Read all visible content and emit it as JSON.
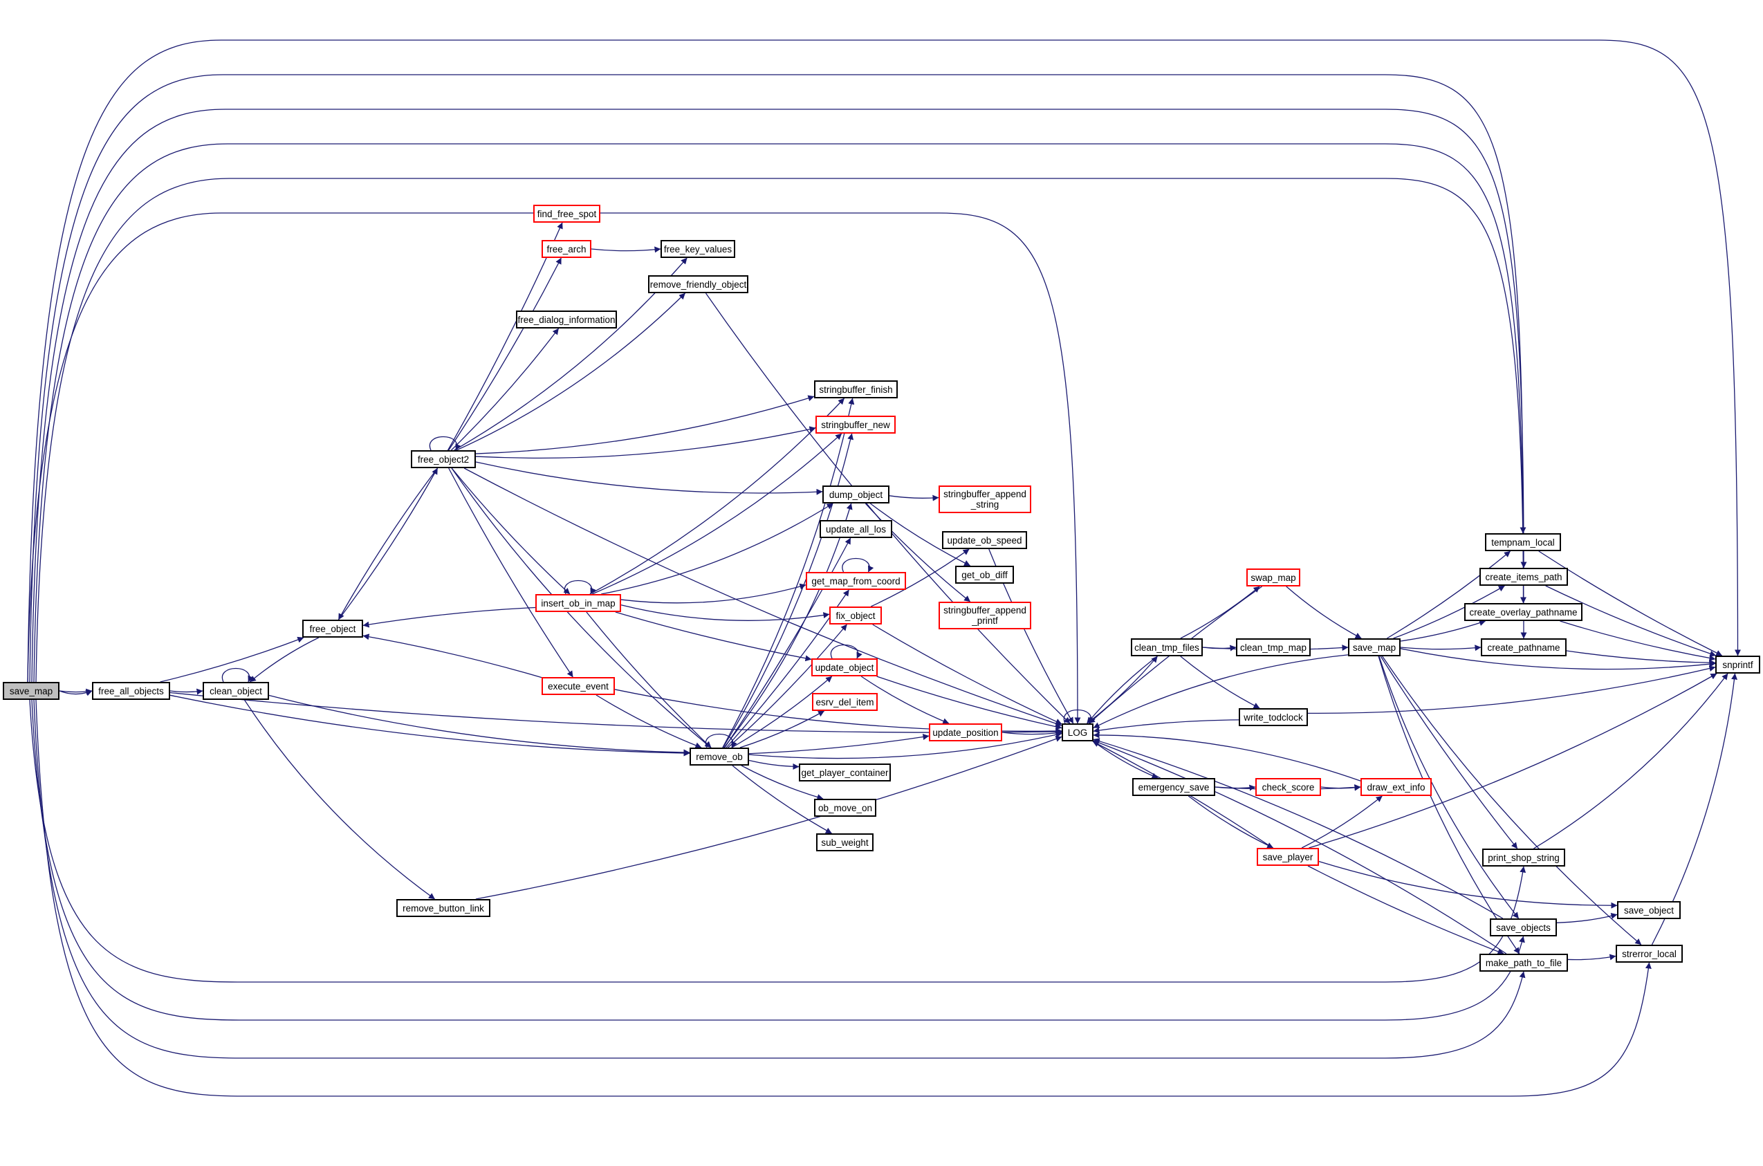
{
  "graph": {
    "title": "save_map call graph",
    "root": "save_map",
    "edge_color": "#191970",
    "legend_colors": {
      "normal_border": "#000000",
      "truncated_border": "#ff0000",
      "root_fill": "#bfbfbf"
    },
    "nodes": [
      {
        "id": "save_map_root",
        "label": "save_map",
        "kind": "root"
      },
      {
        "id": "free_all_objects",
        "label": "free_all_objects",
        "kind": "normal"
      },
      {
        "id": "clean_object",
        "label": "clean_object",
        "kind": "normal"
      },
      {
        "id": "free_object",
        "label": "free_object",
        "kind": "normal"
      },
      {
        "id": "free_object2",
        "label": "free_object2",
        "kind": "normal"
      },
      {
        "id": "remove_button_link",
        "label": "remove_button_link",
        "kind": "normal"
      },
      {
        "id": "find_free_spot",
        "label": "find_free_spot",
        "kind": "truncated"
      },
      {
        "id": "free_arch",
        "label": "free_arch",
        "kind": "truncated"
      },
      {
        "id": "free_key_values",
        "label": "free_key_values",
        "kind": "normal"
      },
      {
        "id": "remove_friendly_object",
        "label": "remove_friendly_object",
        "kind": "normal"
      },
      {
        "id": "free_dialog_information",
        "label": "free_dialog_information",
        "kind": "normal"
      },
      {
        "id": "insert_ob_in_map",
        "label": "insert_ob_in_map",
        "kind": "truncated"
      },
      {
        "id": "execute_event",
        "label": "execute_event",
        "kind": "truncated"
      },
      {
        "id": "remove_ob",
        "label": "remove_ob",
        "kind": "normal"
      },
      {
        "id": "stringbuffer_finish",
        "label": "stringbuffer_finish",
        "kind": "normal"
      },
      {
        "id": "stringbuffer_new",
        "label": "stringbuffer_new",
        "kind": "truncated"
      },
      {
        "id": "dump_object",
        "label": "dump_object",
        "kind": "normal"
      },
      {
        "id": "stringbuffer_append_string",
        "label": "stringbuffer_append\n_string",
        "kind": "truncated"
      },
      {
        "id": "update_all_los",
        "label": "update_all_los",
        "kind": "normal"
      },
      {
        "id": "update_ob_speed",
        "label": "update_ob_speed",
        "kind": "normal"
      },
      {
        "id": "get_map_from_coord",
        "label": "get_map_from_coord",
        "kind": "truncated"
      },
      {
        "id": "get_ob_diff",
        "label": "get_ob_diff",
        "kind": "normal"
      },
      {
        "id": "fix_object",
        "label": "fix_object",
        "kind": "truncated"
      },
      {
        "id": "stringbuffer_append_printf",
        "label": "stringbuffer_append\n_printf",
        "kind": "truncated"
      },
      {
        "id": "update_object",
        "label": "update_object",
        "kind": "truncated"
      },
      {
        "id": "esrv_del_item",
        "label": "esrv_del_item",
        "kind": "truncated"
      },
      {
        "id": "update_position",
        "label": "update_position",
        "kind": "truncated"
      },
      {
        "id": "get_player_container",
        "label": "get_player_container",
        "kind": "normal"
      },
      {
        "id": "ob_move_on",
        "label": "ob_move_on",
        "kind": "normal"
      },
      {
        "id": "sub_weight",
        "label": "sub_weight",
        "kind": "normal"
      },
      {
        "id": "LOG",
        "label": "LOG",
        "kind": "normal"
      },
      {
        "id": "swap_map",
        "label": "swap_map",
        "kind": "truncated"
      },
      {
        "id": "clean_tmp_files",
        "label": "clean_tmp_files",
        "kind": "normal"
      },
      {
        "id": "clean_tmp_map",
        "label": "clean_tmp_map",
        "kind": "normal"
      },
      {
        "id": "save_map",
        "label": "save_map",
        "kind": "normal"
      },
      {
        "id": "write_todclock",
        "label": "write_todclock",
        "kind": "normal"
      },
      {
        "id": "emergency_save",
        "label": "emergency_save",
        "kind": "normal"
      },
      {
        "id": "check_score",
        "label": "check_score",
        "kind": "truncated"
      },
      {
        "id": "draw_ext_info",
        "label": "draw_ext_info",
        "kind": "truncated"
      },
      {
        "id": "save_player",
        "label": "save_player",
        "kind": "truncated"
      },
      {
        "id": "tempnam_local",
        "label": "tempnam_local",
        "kind": "normal"
      },
      {
        "id": "create_items_path",
        "label": "create_items_path",
        "kind": "normal"
      },
      {
        "id": "create_overlay_pathname",
        "label": "create_overlay_pathname",
        "kind": "normal"
      },
      {
        "id": "create_pathname",
        "label": "create_pathname",
        "kind": "normal"
      },
      {
        "id": "snprintf",
        "label": "snprintf",
        "kind": "normal"
      },
      {
        "id": "print_shop_string",
        "label": "print_shop_string",
        "kind": "normal"
      },
      {
        "id": "save_object",
        "label": "save_object",
        "kind": "normal"
      },
      {
        "id": "save_objects",
        "label": "save_objects",
        "kind": "normal"
      },
      {
        "id": "make_path_to_file",
        "label": "make_path_to_file",
        "kind": "normal"
      },
      {
        "id": "strerror_local",
        "label": "strerror_local",
        "kind": "normal"
      }
    ],
    "edges": [
      [
        "save_map_root",
        "free_all_objects"
      ],
      [
        "save_map_root",
        "snprintf"
      ],
      [
        "save_map_root",
        "tempnam_local"
      ],
      [
        "save_map_root",
        "create_items_path"
      ],
      [
        "save_map_root",
        "create_overlay_pathname"
      ],
      [
        "save_map_root",
        "create_pathname"
      ],
      [
        "save_map_root",
        "free_all_objects"
      ],
      [
        "save_map_root",
        "LOG"
      ],
      [
        "save_map_root",
        "print_shop_string"
      ],
      [
        "save_map_root",
        "save_objects"
      ],
      [
        "save_map_root",
        "make_path_to_file"
      ],
      [
        "save_map_root",
        "strerror_local"
      ],
      [
        "free_all_objects",
        "clean_object"
      ],
      [
        "free_all_objects",
        "free_object"
      ],
      [
        "free_all_objects",
        "remove_ob"
      ],
      [
        "free_all_objects",
        "LOG"
      ],
      [
        "clean_object",
        "clean_object"
      ],
      [
        "clean_object",
        "remove_ob"
      ],
      [
        "clean_object",
        "remove_button_link"
      ],
      [
        "free_object",
        "free_object2"
      ],
      [
        "free_object",
        "clean_object"
      ],
      [
        "free_object2",
        "free_object"
      ],
      [
        "free_object2",
        "free_object2"
      ],
      [
        "free_object2",
        "find_free_spot"
      ],
      [
        "free_object2",
        "free_arch"
      ],
      [
        "free_object2",
        "free_key_values"
      ],
      [
        "free_object2",
        "remove_friendly_object"
      ],
      [
        "free_object2",
        "free_dialog_information"
      ],
      [
        "free_object2",
        "stringbuffer_finish"
      ],
      [
        "free_object2",
        "stringbuffer_new"
      ],
      [
        "free_object2",
        "dump_object"
      ],
      [
        "free_object2",
        "insert_ob_in_map"
      ],
      [
        "free_object2",
        "execute_event"
      ],
      [
        "free_object2",
        "remove_ob"
      ],
      [
        "free_object2",
        "LOG"
      ],
      [
        "free_arch",
        "free_key_values"
      ],
      [
        "remove_friendly_object",
        "LOG"
      ],
      [
        "insert_ob_in_map",
        "insert_ob_in_map"
      ],
      [
        "insert_ob_in_map",
        "free_object"
      ],
      [
        "insert_ob_in_map",
        "stringbuffer_finish"
      ],
      [
        "insert_ob_in_map",
        "stringbuffer_new"
      ],
      [
        "insert_ob_in_map",
        "dump_object"
      ],
      [
        "insert_ob_in_map",
        "get_map_from_coord"
      ],
      [
        "insert_ob_in_map",
        "update_object"
      ],
      [
        "insert_ob_in_map",
        "remove_ob"
      ],
      [
        "insert_ob_in_map",
        "fix_object"
      ],
      [
        "execute_event",
        "free_object"
      ],
      [
        "execute_event",
        "remove_ob"
      ],
      [
        "execute_event",
        "LOG"
      ],
      [
        "remove_ob",
        "remove_ob"
      ],
      [
        "remove_ob",
        "stringbuffer_finish"
      ],
      [
        "remove_ob",
        "stringbuffer_new"
      ],
      [
        "remove_ob",
        "dump_object"
      ],
      [
        "remove_ob",
        "update_all_los"
      ],
      [
        "remove_ob",
        "get_map_from_coord"
      ],
      [
        "remove_ob",
        "fix_object"
      ],
      [
        "remove_ob",
        "update_object"
      ],
      [
        "remove_ob",
        "esrv_del_item"
      ],
      [
        "remove_ob",
        "update_position"
      ],
      [
        "remove_ob",
        "get_player_container"
      ],
      [
        "remove_ob",
        "ob_move_on"
      ],
      [
        "remove_ob",
        "sub_weight"
      ],
      [
        "remove_ob",
        "LOG"
      ],
      [
        "dump_object",
        "stringbuffer_append_string"
      ],
      [
        "dump_object",
        "get_ob_diff"
      ],
      [
        "dump_object",
        "stringbuffer_append_printf"
      ],
      [
        "get_map_from_coord",
        "get_map_from_coord"
      ],
      [
        "fix_object",
        "update_ob_speed"
      ],
      [
        "fix_object",
        "LOG"
      ],
      [
        "update_object",
        "update_object"
      ],
      [
        "update_object",
        "update_position"
      ],
      [
        "update_object",
        "LOG"
      ],
      [
        "update_position",
        "LOG"
      ],
      [
        "update_ob_speed",
        "LOG"
      ],
      [
        "remove_button_link",
        "LOG"
      ],
      [
        "LOG",
        "LOG"
      ],
      [
        "LOG",
        "clean_tmp_files"
      ],
      [
        "LOG",
        "emergency_save"
      ],
      [
        "clean_tmp_files",
        "LOG"
      ],
      [
        "clean_tmp_files",
        "swap_map"
      ],
      [
        "clean_tmp_files",
        "clean_tmp_map"
      ],
      [
        "clean_tmp_files",
        "save_map"
      ],
      [
        "clean_tmp_files",
        "write_todclock"
      ],
      [
        "swap_map",
        "save_map"
      ],
      [
        "swap_map",
        "LOG"
      ],
      [
        "save_map",
        "LOG"
      ],
      [
        "save_map",
        "tempnam_local"
      ],
      [
        "save_map",
        "create_items_path"
      ],
      [
        "save_map",
        "create_overlay_pathname"
      ],
      [
        "save_map",
        "create_pathname"
      ],
      [
        "save_map",
        "snprintf"
      ],
      [
        "save_map",
        "print_shop_string"
      ],
      [
        "save_map",
        "save_objects"
      ],
      [
        "save_map",
        "make_path_to_file"
      ],
      [
        "save_map",
        "strerror_local"
      ],
      [
        "write_todclock",
        "LOG"
      ],
      [
        "write_todclock",
        "snprintf"
      ],
      [
        "emergency_save",
        "check_score"
      ],
      [
        "emergency_save",
        "draw_ext_info"
      ],
      [
        "emergency_save",
        "save_player"
      ],
      [
        "check_score",
        "draw_ext_info"
      ],
      [
        "draw_ext_info",
        "LOG"
      ],
      [
        "save_player",
        "draw_ext_info"
      ],
      [
        "save_player",
        "LOG"
      ],
      [
        "save_player",
        "snprintf"
      ],
      [
        "save_player",
        "save_object"
      ],
      [
        "save_player",
        "make_path_to_file"
      ],
      [
        "tempnam_local",
        "snprintf"
      ],
      [
        "create_items_path",
        "snprintf"
      ],
      [
        "create_overlay_pathname",
        "snprintf"
      ],
      [
        "create_pathname",
        "snprintf"
      ],
      [
        "print_shop_string",
        "snprintf"
      ],
      [
        "save_objects",
        "save_object"
      ],
      [
        "save_objects",
        "LOG"
      ],
      [
        "make_path_to_file",
        "strerror_local"
      ],
      [
        "make_path_to_file",
        "LOG"
      ],
      [
        "strerror_local",
        "snprintf"
      ]
    ]
  }
}
